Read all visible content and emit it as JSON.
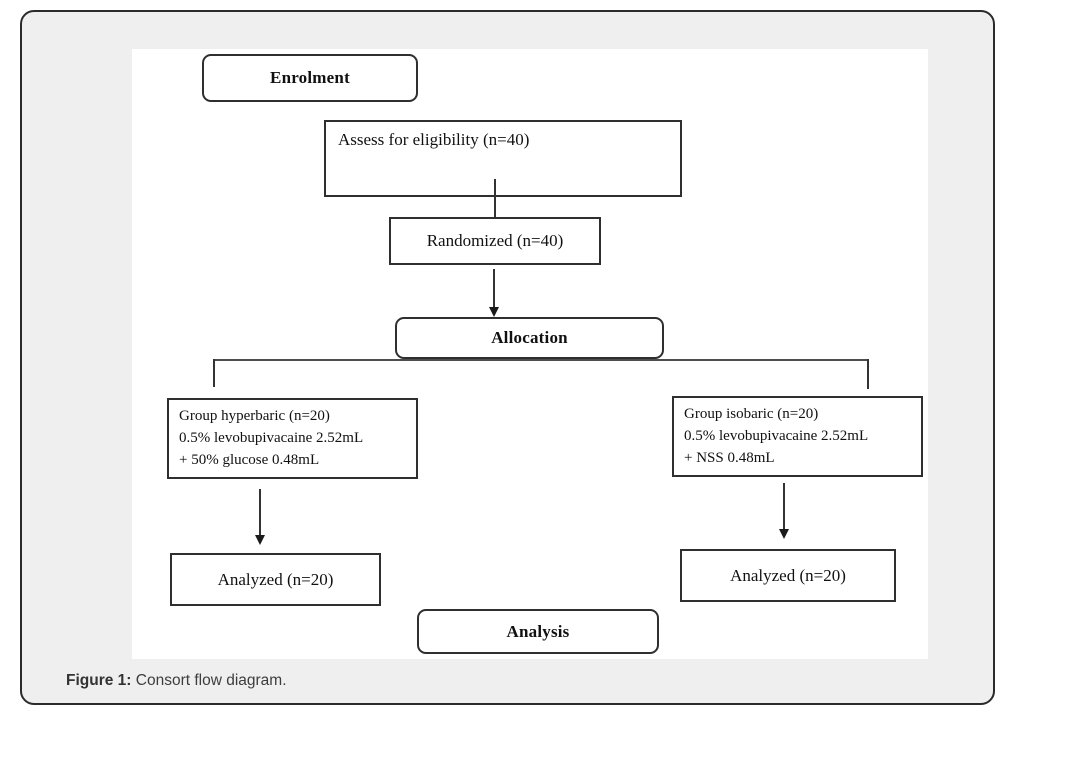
{
  "figure": {
    "caption_label": "Figure 1:",
    "caption_text": " Consort flow diagram."
  },
  "diagram": {
    "type": "consort-flowchart",
    "nodes": {
      "enrolment": {
        "label": "Enrolment",
        "shape": "rounded"
      },
      "assess": {
        "label": "Assess for eligibility (n=40)",
        "shape": "rect"
      },
      "randomized": {
        "label": "Randomized (n=40)",
        "shape": "rect"
      },
      "allocation": {
        "label": "Allocation",
        "shape": "rounded"
      },
      "group_hyperbaric": {
        "line1": "Group hyperbaric (n=20)",
        "line2": "0.5% levobupivacaine 2.52mL",
        "line3": "+ 50% glucose 0.48mL",
        "shape": "rect"
      },
      "group_isobaric": {
        "line1": "Group isobaric (n=20)",
        "line2": "0.5% levobupivacaine 2.52mL",
        "line3": "+ NSS 0.48mL",
        "shape": "rect"
      },
      "analyzed_left": {
        "label": "Analyzed (n=20)",
        "shape": "rect"
      },
      "analyzed_right": {
        "label": "Analyzed (n=20)",
        "shape": "rect"
      },
      "analysis": {
        "label": "Analysis",
        "shape": "rounded"
      }
    },
    "edges": [
      {
        "from": "assess",
        "to": "randomized",
        "arrowhead": false
      },
      {
        "from": "randomized",
        "to": "allocation",
        "arrowhead": true
      },
      {
        "from": "allocation",
        "to": "group_hyperbaric",
        "arrowhead": false
      },
      {
        "from": "allocation",
        "to": "group_isobaric",
        "arrowhead": false
      },
      {
        "from": "group_hyperbaric",
        "to": "analyzed_left",
        "arrowhead": true
      },
      {
        "from": "group_isobaric",
        "to": "analyzed_right",
        "arrowhead": true
      }
    ],
    "colors": {
      "box_border": "#2f2f2f",
      "text": "#111111",
      "line": "#333333",
      "card_background": "#efeff0",
      "card_border": "#2b2b2b",
      "canvas_background": "#ffffff",
      "caption_text": "#3d3d3d"
    }
  }
}
